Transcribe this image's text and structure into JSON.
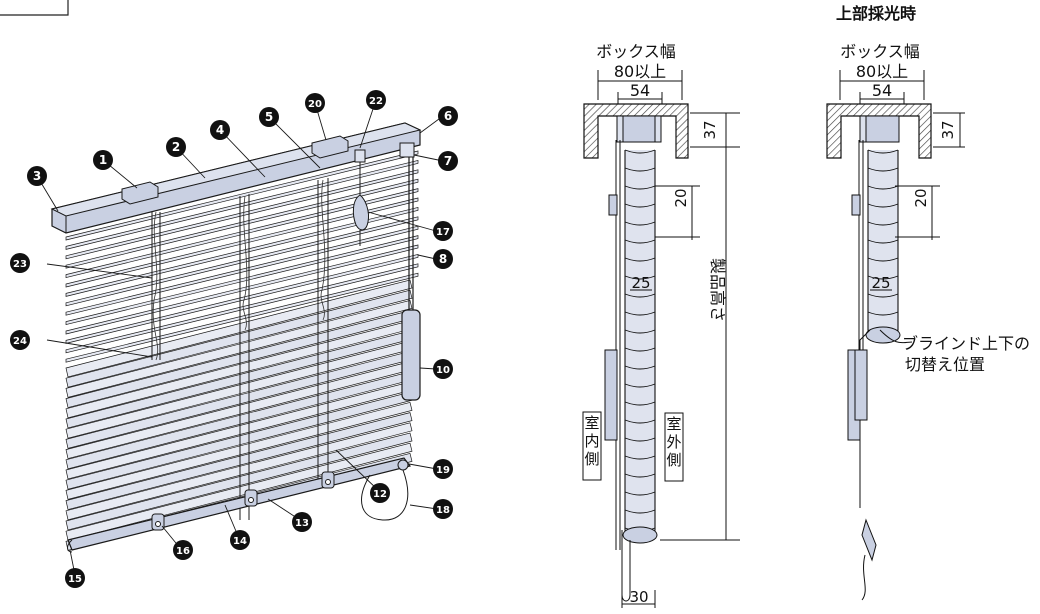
{
  "colors": {
    "slat": "#dfe3ee",
    "slat_dark": "#b7bfd3",
    "rail": "#c6cde0",
    "line": "#1a1a1a",
    "callout": "#111111",
    "wall_hatch": "#555555"
  },
  "callouts": [
    "1",
    "2",
    "3",
    "4",
    "5",
    "6",
    "7",
    "8",
    "10",
    "12",
    "13",
    "14",
    "15",
    "16",
    "17",
    "18",
    "19",
    "20",
    "22",
    "23",
    "24"
  ],
  "side_view_left": {
    "box_width_label": "ボックス幅",
    "min_label": "80以上",
    "dim_54": "54",
    "dim_37": "37",
    "dim_20": "20",
    "dim_25": "25",
    "dim_30": "30",
    "height_label": "製品高さ",
    "indoor_label": "室内側",
    "outdoor_label": "室外側"
  },
  "side_view_right": {
    "title": "上部採光時",
    "box_width_label": "ボックス幅",
    "min_label": "80以上",
    "dim_54": "54",
    "dim_37": "37",
    "dim_20": "20",
    "dim_25": "25",
    "switch_label_1": "ブラインド上下の",
    "switch_label_2": "切替え位置"
  }
}
